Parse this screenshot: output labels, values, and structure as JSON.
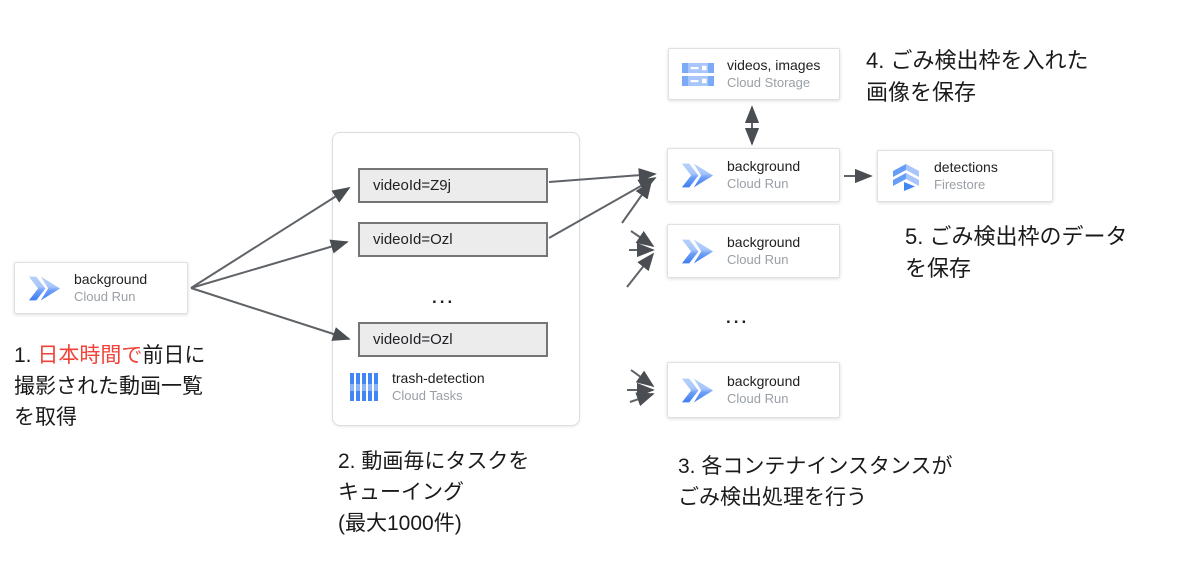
{
  "cards": {
    "background_left": {
      "title": "background",
      "subtitle": "Cloud Run"
    },
    "storage": {
      "title": "videos, images",
      "subtitle": "Cloud Storage"
    },
    "run1": {
      "title": "background",
      "subtitle": "Cloud Run"
    },
    "run2": {
      "title": "background",
      "subtitle": "Cloud Run"
    },
    "run3": {
      "title": "background",
      "subtitle": "Cloud Run"
    },
    "firestore": {
      "title": "detections",
      "subtitle": "Firestore"
    },
    "tasks": {
      "title": "trash-detection",
      "subtitle": "Cloud Tasks"
    }
  },
  "queue": {
    "items": [
      "videoId=Z9j",
      "videoId=Ozl",
      "videoId=Ozl"
    ],
    "ellipsis": "..."
  },
  "right_column_ellipsis": "...",
  "notes": {
    "note1": {
      "num": "1. ",
      "highlight": "日本時間で",
      "rest": "前日に",
      "line2": "撮影された動画一覧",
      "line3": "を取得"
    },
    "note2": {
      "line1": "2. 動画毎にタスクを",
      "line2": "キューイング",
      "line3": "(最大1000件)"
    },
    "note3": {
      "line1": "3. 各コンテナインスタンスが",
      "line2": "ごみ検出処理を行う"
    },
    "note4": {
      "line1": "4. ごみ検出枠を入れた",
      "line2": "画像を保存"
    },
    "note5": {
      "line1": "5. ごみ検出枠のデータ",
      "line2": "を保存"
    }
  },
  "icons": [
    "cloud-run-icon",
    "cloud-storage-icon",
    "cloud-tasks-icon",
    "firestore-icon"
  ],
  "colors": {
    "highlight_red": "#f04238",
    "arrow_gray": "#5f6368",
    "run_blue": "#4285f4",
    "light_blue": "#aecbfa",
    "queue_box_fill": "#ececec",
    "queue_box_border": "#757575",
    "subtitle_gray": "#9aa0a6"
  }
}
